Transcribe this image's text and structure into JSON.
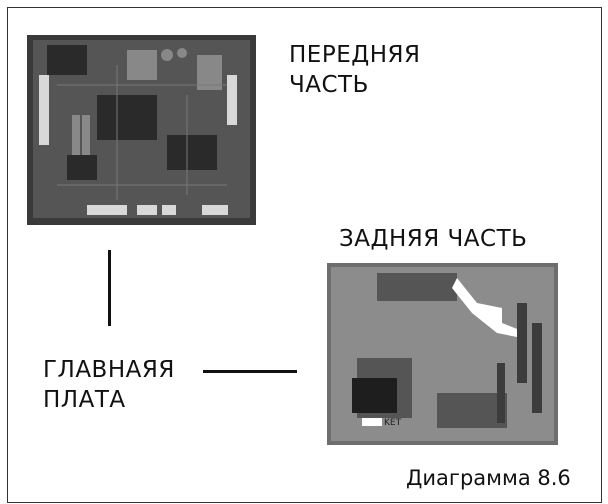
{
  "labels": {
    "front_line1": "ПЕРЕДНЯЯ",
    "front_line2": "ЧАСТЬ",
    "back": "ЗАДНЯЯ ЧАСТЬ",
    "main_line1": "ГЛАВНАЯЯ",
    "main_line2": "ПЛАТА"
  },
  "caption": "Диаграмма 8.6",
  "board_marking": "KET",
  "colors": {
    "ink": "#111111",
    "board_dark": "#2b2b2b",
    "board_light": "#9a9a9a"
  }
}
